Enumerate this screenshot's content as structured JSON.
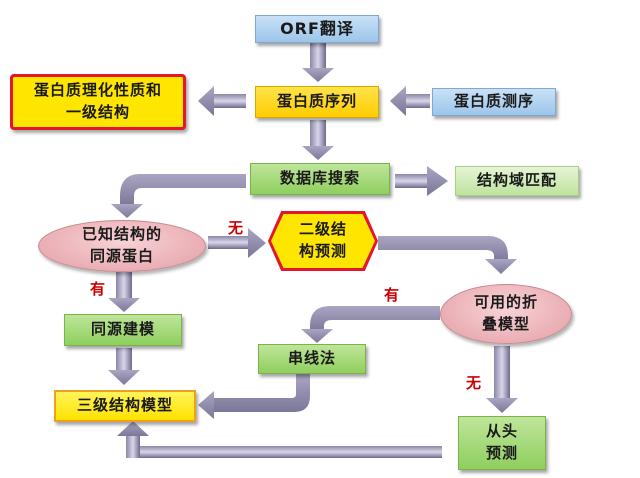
{
  "nodes": {
    "orf_translation": "ORF翻译",
    "protein_sequence": "蛋白质序列",
    "protein_sequencing": "蛋白质测序",
    "physchem_line1": "蛋白质理化性质和",
    "physchem_line2": "一级结构",
    "database_search": "数据库搜索",
    "domain_matching": "结构域匹配",
    "known_homolog_line1": "已知结构的",
    "known_homolog_line2": "同源蛋白",
    "secondary_line1": "二级结",
    "secondary_line2": "构预测",
    "homology_modeling": "同源建模",
    "foldable_line1": "可用的折",
    "foldable_line2": "叠模型",
    "threading": "串线法",
    "tertiary_model": "三级结构模型",
    "abinitio_line1": "从头",
    "abinitio_line2": "预测"
  },
  "labels": {
    "none_1": "无",
    "yes_1": "有",
    "yes_2": "有",
    "none_2": "无"
  },
  "colors": {
    "arrow_light": "#dcd9ec",
    "arrow_dark": "#6e6a8c",
    "label_red": "#cc0000"
  }
}
